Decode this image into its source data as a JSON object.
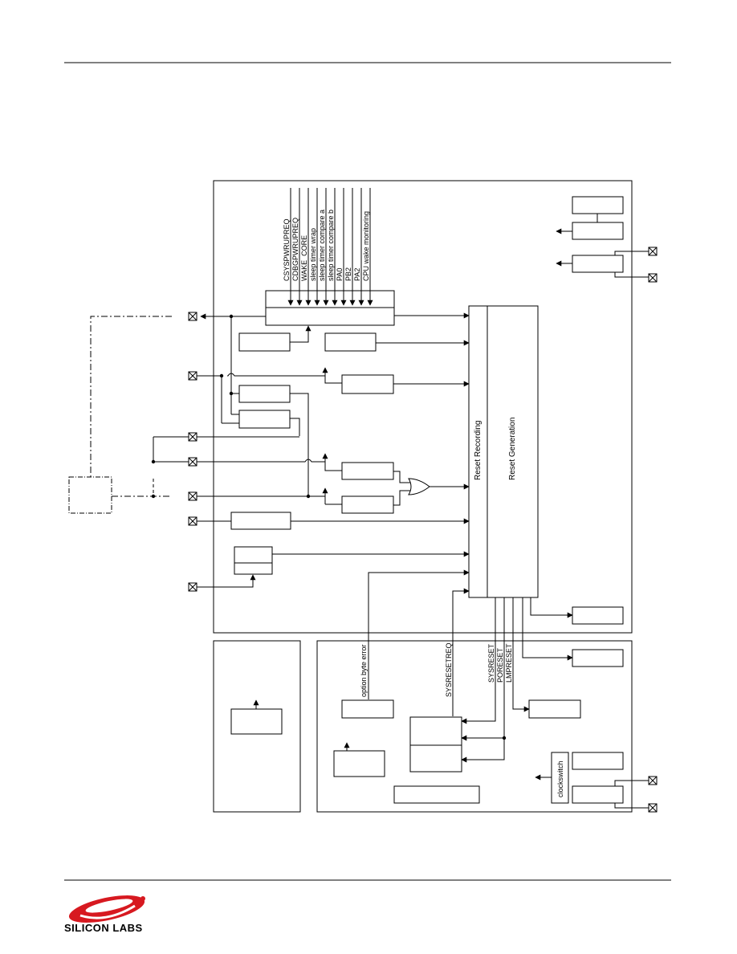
{
  "signals": {
    "top": [
      "CSYSPWRUPREQ",
      "CDBGPWRUPREQ",
      "WAKE_CORE",
      "sleep timer wrap",
      "sleep timer compare a",
      "sleep timer compare b",
      "PA0",
      "PB2",
      "PA2",
      "CPU wake monitoring"
    ],
    "reset_recording": "Reset Recording",
    "reset_generation": "Reset Generation",
    "option_byte_error": "option byte error",
    "sysresetreq": "SYSRESETREQ",
    "bottom": [
      "SYSRESET",
      "PORESET",
      "LMPRESET"
    ],
    "clock_switch": "clockswitch"
  },
  "logo": {
    "text": "SILICON LABS",
    "brand_color": "#d71920"
  },
  "colors": {
    "line": "#000000",
    "background": "#ffffff"
  }
}
